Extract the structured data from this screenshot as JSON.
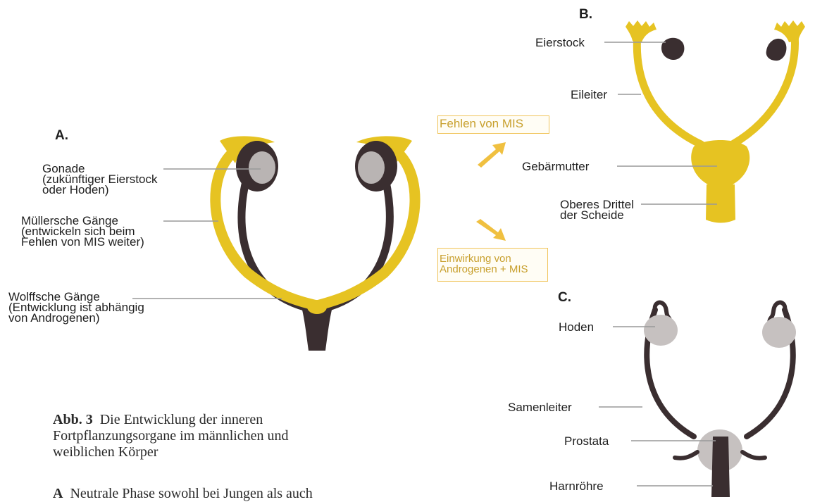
{
  "panels": {
    "a": "A.",
    "b": "B.",
    "c": "C."
  },
  "labels_a": {
    "gonade": "Gonade\n(zukünftiger Eierstock\noder Hoden)",
    "mueller": "Müllersche Gänge\n(entwickeln sich beim\nFehlen von MIS weiter)",
    "wolff": "Wolffsche Gänge\n(Entwicklung ist abhängig\nvon Androgenen)"
  },
  "labels_b": {
    "eierstock": "Eierstock",
    "eileiter": "Eileiter",
    "gebaermutter": "Gebärmutter",
    "drittel": "Oberes Drittel\nder Scheide"
  },
  "labels_c": {
    "hoden": "Hoden",
    "samenleiter": "Samenleiter",
    "prostata": "Prostata",
    "harnroehre": "Harnröhre"
  },
  "boxes": {
    "fehlen": "Fehlen von MIS",
    "einwirkung": "Einwirkung von\nAndrogenen + MIS"
  },
  "caption": {
    "number": "Abb. 3",
    "text": "Die Entwicklung der inneren Fortpflanzungsorgane im männlichen und weiblichen Körper",
    "item_a_letter": "A",
    "item_a_text": "Neutrale Phase sowohl bei Jungen als auch"
  },
  "colors": {
    "yellow": "#e6c322",
    "dark": "#3a2e30",
    "gray": "#b9b4b3",
    "box_border": "#f0c45a",
    "box_text": "#c8a02e",
    "arrow": "#f0c040"
  }
}
